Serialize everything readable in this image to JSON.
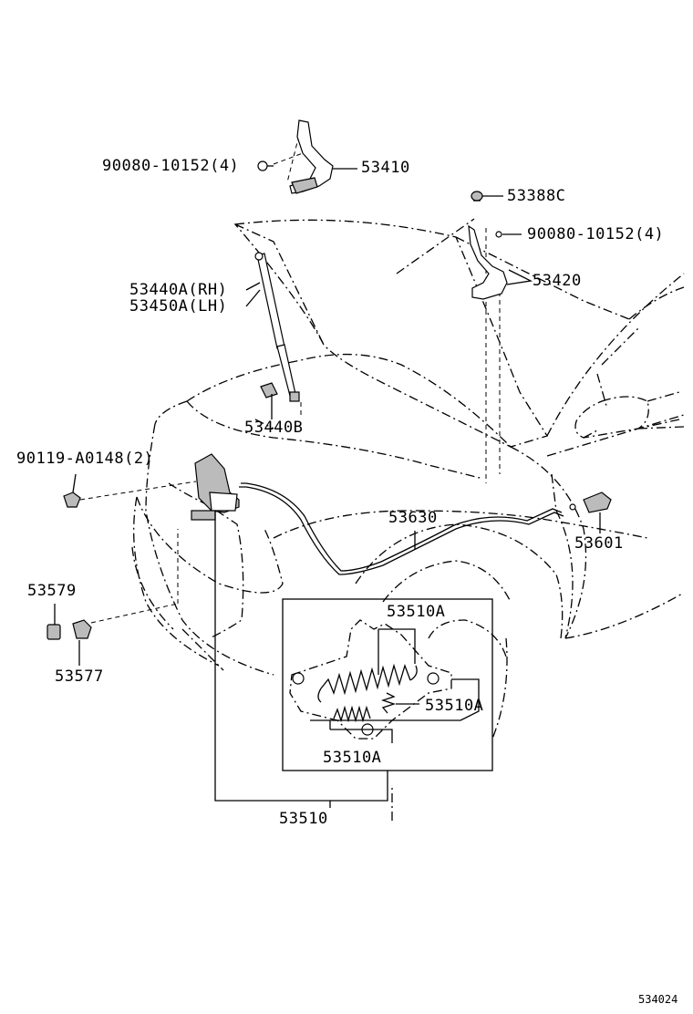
{
  "labels": {
    "bolt_hinge": "90080-10152(4)",
    "hinge_rh": "53410",
    "cushion": "53388C",
    "bolt_hinge_lh": "90080-10152(4)",
    "hinge_lh": "53420",
    "support_rh": "53440A(RH)",
    "support_lh": "53450A(LH)",
    "support_bracket": "53440B",
    "bolt_lock": "90119-A0148(2)",
    "cable": "53630",
    "lever": "53601",
    "clip": "53579",
    "nut": "53577",
    "spring_top": "53510A",
    "spring_right": "53510A",
    "spring_bottom": "53510A",
    "lock_assy": "53510",
    "diagram_id": "534024"
  }
}
